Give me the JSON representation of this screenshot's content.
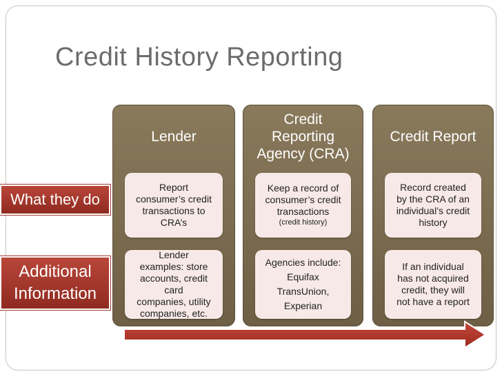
{
  "slide": {
    "title": "Credit History Reporting"
  },
  "row_labels": {
    "what_they_do": "What they do",
    "additional_line1": "Additional",
    "additional_line2": "Information"
  },
  "columns": [
    {
      "header": [
        "Lender"
      ],
      "top": [
        "Report",
        "consumer’s credit",
        "transactions to",
        "CRA’s"
      ],
      "bottom": [
        "Lender",
        "examples: store",
        "accounts, credit",
        "card",
        "companies, utility",
        "companies, etc."
      ]
    },
    {
      "header": [
        "Credit",
        "Reporting",
        "Agency (CRA)"
      ],
      "top": [
        "Keep a record of",
        "consumer’s credit",
        "transactions"
      ],
      "top_note": "(credit history)",
      "bottom": [
        "Agencies include:",
        "Equifax",
        "TransUnion,",
        "Experian"
      ]
    },
    {
      "header": [
        "Credit Report"
      ],
      "top": [
        "Record created",
        "by the CRA of an",
        "individual’s credit",
        "history"
      ],
      "bottom": [
        "If an individual",
        "has not acquired",
        "credit, they will",
        "not have a report"
      ]
    }
  ],
  "colors": {
    "column_brown": "#7d6d51",
    "box_pink": "#f6e9e7",
    "label_red": "#a8382d",
    "arrow_red": "#b3352a"
  }
}
